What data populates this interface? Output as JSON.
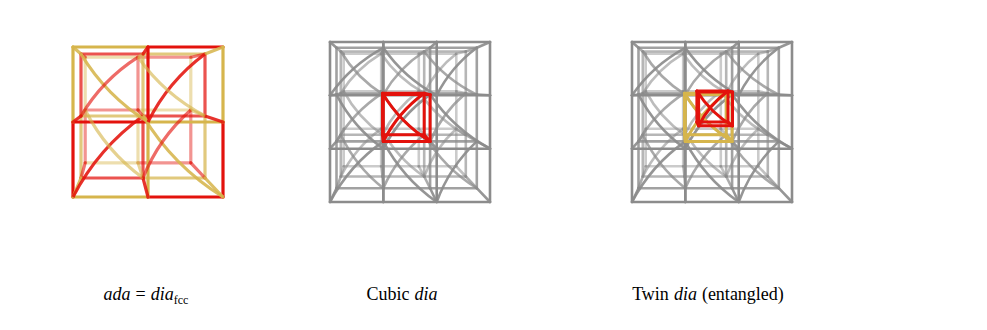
{
  "diagram": {
    "labels": [
      "ada",
      "=",
      "dia",
      "fcc",
      "Cubic",
      "dia",
      "Twin",
      "dia",
      "(entangled)"
    ]
  }
}
